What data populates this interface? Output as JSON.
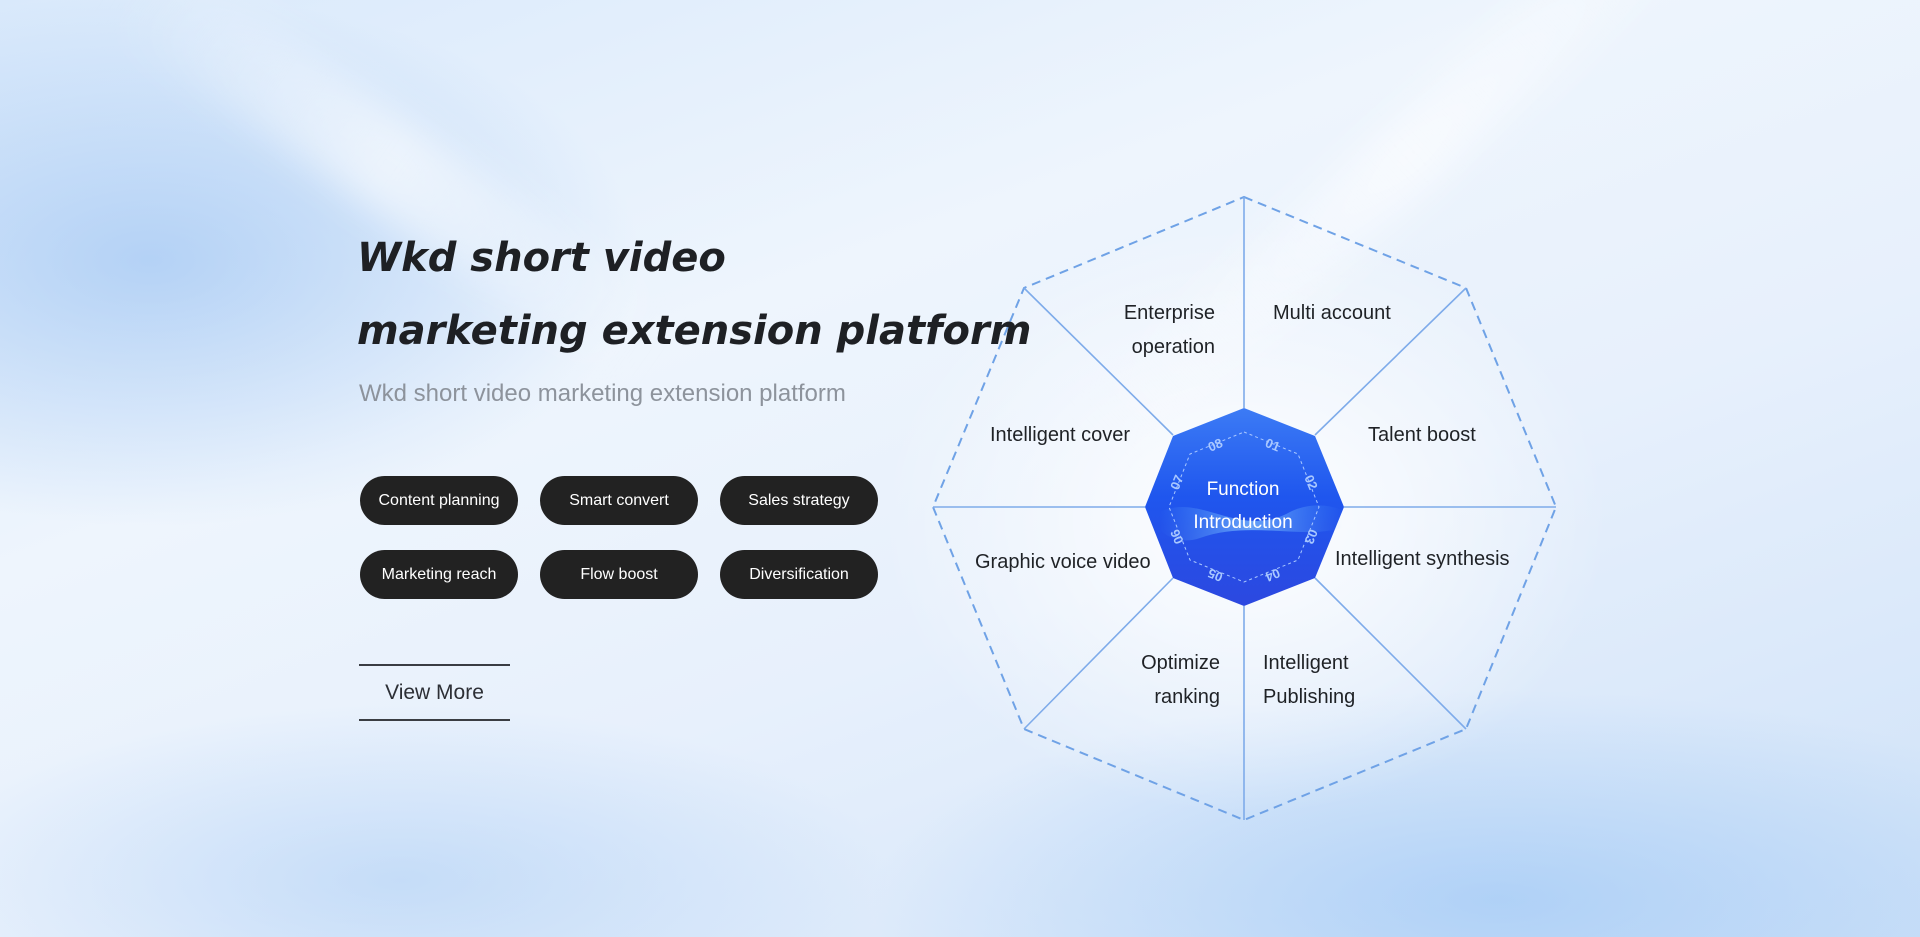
{
  "hero": {
    "title_line1": "Wkd short video",
    "title_line2": "marketing extension platform",
    "subtitle": "Wkd short video marketing extension platform"
  },
  "tags": [
    "Content planning",
    "Smart convert",
    "Sales strategy",
    "Marketing reach",
    "Flow boost",
    "Diversification"
  ],
  "view_more_label": "View More",
  "function_diagram": {
    "center_line1": "Function",
    "center_line2": "Introduction",
    "numbers": [
      "01",
      "02",
      "03",
      "04",
      "05",
      "06",
      "07",
      "08"
    ],
    "features": {
      "enterprise_operation": [
        "Enterprise",
        "operation"
      ],
      "multi_account": "Multi account",
      "talent_boost": "Talent boost",
      "intelligent_synthesis": "Intelligent synthesis",
      "intelligent_publishing": [
        "Intelligent",
        "Publishing"
      ],
      "optimize_ranking": [
        "Optimize",
        "ranking"
      ],
      "graphic_voice_video": "Graphic voice video",
      "intelligent_cover": "Intelligent cover"
    }
  },
  "colors": {
    "tag_background": "#222222",
    "diagram_line": "#6fa2e6",
    "center_fill": "#2a5ff0"
  }
}
